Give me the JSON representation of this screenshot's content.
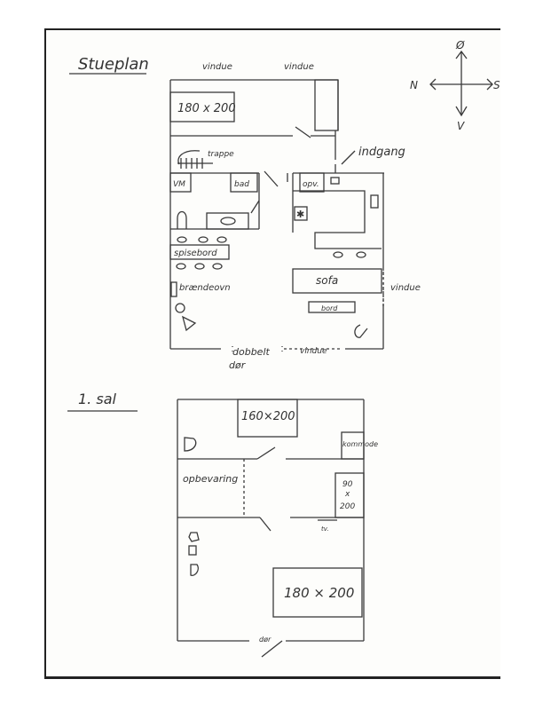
{
  "ground_floor": {
    "title": "Stueplan",
    "labels": {
      "window_top_left": "vindue",
      "window_top_right": "vindue",
      "bed": "180 x 200",
      "stairs": "trappe",
      "entrance": "indgang",
      "utility": "VM",
      "bath": "bad",
      "storage": "opv.",
      "dining_table": "spisebord",
      "stove": "brændeovn",
      "sofa": "sofa",
      "window_right": "vindue",
      "table": "bord",
      "double_door_1": "dobbelt",
      "double_door_2": "dør",
      "window_bottom": "vindue"
    }
  },
  "compass": {
    "north_top": "Ø",
    "left": "N",
    "right": "S",
    "bottom": "V"
  },
  "first_floor": {
    "title": "1. sal",
    "labels": {
      "bed_top": "160×200",
      "dresser": "kommode",
      "storage": "opbevaring",
      "bed_single_1": "90",
      "bed_single_2": "x",
      "bed_single_3": "200",
      "tv": "tv.",
      "bed_bottom": "180 × 200",
      "door": "dør"
    }
  }
}
